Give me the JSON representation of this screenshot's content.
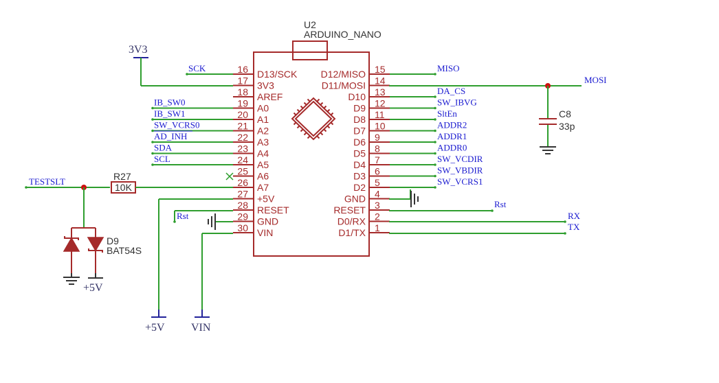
{
  "u2": {
    "ref": "U2",
    "value": "ARDUINO_NANO",
    "left_pins": [
      {
        "num": "16",
        "name": "D13/SCK",
        "net": "SCK"
      },
      {
        "num": "17",
        "name": "3V3",
        "net": ""
      },
      {
        "num": "18",
        "name": "AREF",
        "net": ""
      },
      {
        "num": "19",
        "name": "A0",
        "net": "IB_SW0"
      },
      {
        "num": "20",
        "name": "A1",
        "net": "IB_SW1"
      },
      {
        "num": "21",
        "name": "A2",
        "net": "SW_VCRS0"
      },
      {
        "num": "22",
        "name": "A3",
        "net": "AD_INH"
      },
      {
        "num": "23",
        "name": "A4",
        "net": "SDA"
      },
      {
        "num": "24",
        "name": "A5",
        "net": "SCL"
      },
      {
        "num": "25",
        "name": "A6",
        "net": ""
      },
      {
        "num": "26",
        "name": "A7",
        "net": ""
      },
      {
        "num": "27",
        "name": "+5V",
        "net": ""
      },
      {
        "num": "28",
        "name": "RESET",
        "net": "Rst"
      },
      {
        "num": "29",
        "name": "GND",
        "net": ""
      },
      {
        "num": "30",
        "name": "VIN",
        "net": ""
      }
    ],
    "right_pins": [
      {
        "num": "15",
        "name": "D12/MISO",
        "net": "MISO"
      },
      {
        "num": "14",
        "name": "D11/MOSI",
        "net": "MOSI"
      },
      {
        "num": "13",
        "name": "D10",
        "net": "DA_CS"
      },
      {
        "num": "12",
        "name": "D9",
        "net": "SW_IBVG"
      },
      {
        "num": "11",
        "name": "D8",
        "net": "SltEn"
      },
      {
        "num": "10",
        "name": "D7",
        "net": "ADDR2"
      },
      {
        "num": "9",
        "name": "D6",
        "net": "ADDR1"
      },
      {
        "num": "8",
        "name": "D5",
        "net": "ADDR0"
      },
      {
        "num": "7",
        "name": "D4",
        "net": "SW_VCDIR"
      },
      {
        "num": "6",
        "name": "D3",
        "net": "SW_VBDIR"
      },
      {
        "num": "5",
        "name": "D2",
        "net": "SW_VCRS1"
      },
      {
        "num": "4",
        "name": "GND",
        "net": ""
      },
      {
        "num": "3",
        "name": "RESET",
        "net": "Rst"
      },
      {
        "num": "2",
        "name": "D0/RX",
        "net": "RX"
      },
      {
        "num": "1",
        "name": "D1/TX",
        "net": "TX"
      }
    ]
  },
  "power": {
    "v3v3": "3V3",
    "v5v_bottom": "+5V",
    "vin": "VIN",
    "v5v_diode": "+5V"
  },
  "r27": {
    "ref": "R27",
    "value": "10K"
  },
  "c8": {
    "ref": "C8",
    "value": "33p"
  },
  "d9": {
    "ref": "D9",
    "value": "BAT54S"
  },
  "nets": {
    "testslt": "TESTSLT",
    "mosi": "MOSI",
    "rst_left": "Rst",
    "rst_right": "Rst",
    "rx": "RX",
    "tx": "TX"
  },
  "colors": {
    "wire": "#2e9e2e",
    "part": "#a52a2a",
    "net_label": "#1a1ad0",
    "junction": "#cc1111"
  }
}
